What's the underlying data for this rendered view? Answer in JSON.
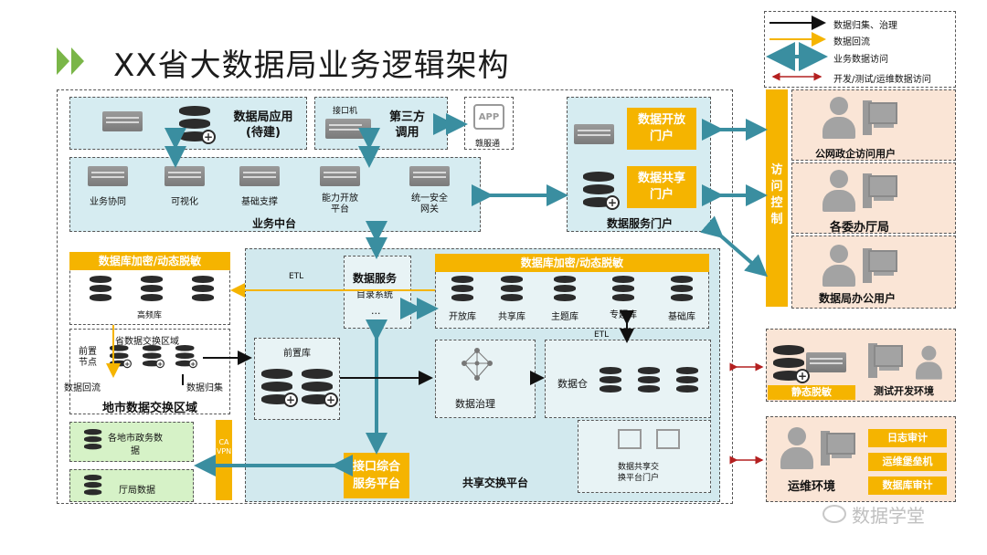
{
  "title": "XX省大数据局业务逻辑架构",
  "legend": {
    "items": [
      {
        "label": "数据归集、治理",
        "color": "#111111"
      },
      {
        "label": "数据回流",
        "color": "#f5b400"
      },
      {
        "label": "业务数据访问",
        "color": "#3a8ea0"
      },
      {
        "label": "开发/测试/运维数据访问",
        "color": "#b42020"
      }
    ]
  },
  "app_area": {
    "label": "数据局应用\n(待建)"
  },
  "interface": {
    "machine": "接口机",
    "third_party": "第三方\n调用",
    "app_icon": "APP",
    "app_label": "赣服通"
  },
  "middle_platform": {
    "title": "业务中台",
    "items": [
      "业务协同",
      "可视化",
      "基础支撑",
      "能力开放\n平台",
      "统一安全\n网关"
    ]
  },
  "portal": {
    "open": "数据开放\n门户",
    "share": "数据共享\n门户",
    "title": "数据服务门户"
  },
  "access_control": "访\n问\n控\n制",
  "users": [
    "公网政企访问用户",
    "各委办厅局",
    "数据局办公用户"
  ],
  "left_encrypt": "数据库加密/动态脱敏",
  "high_freq": "高频库",
  "prov_exchange": "省数据交换区域",
  "front_node": "前置\n节点",
  "data_return": "数据回流",
  "data_collect": "数据归集",
  "city_exchange": "地市数据交换区域",
  "city_data": "各地市政务数\n据",
  "dept_data": "厅局数据",
  "vpn": "CA\nVPN",
  "etl": "ETL",
  "catalog": {
    "title": "数据服务",
    "sub": "目录系统",
    "dots": "..."
  },
  "right_encrypt": "数据库加密/动态脱敏",
  "dbs": [
    "开放库",
    "共享库",
    "主题库",
    "专题库",
    "基础库"
  ],
  "etl2": "ETL",
  "front_db": "前置库",
  "governance": "数据治理",
  "warehouse": "数据仓",
  "exchange_portal": "数据共享交\n换平台门户",
  "interface_service": "接口综合\n服务平台",
  "share_platform": "共享交换平台",
  "static_mask": "静态脱敏",
  "test_env": "测试开发环境",
  "ops": {
    "title": "运维环境",
    "items": [
      "日志审计",
      "运维堡垒机",
      "数据库审计"
    ]
  },
  "watermark": "数据学堂"
}
